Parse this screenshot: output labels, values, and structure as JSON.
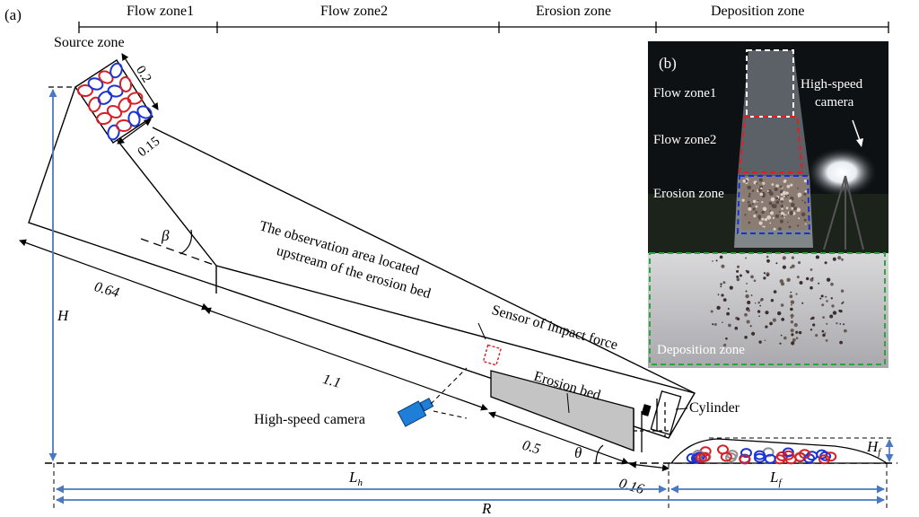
{
  "panel_a": {
    "panel_label": "(a)",
    "zones": {
      "source": "Source zone",
      "flow1": "Flow zone1",
      "flow2": "Flow zone2",
      "erosion": "Erosion zone",
      "deposition": "Deposition zone"
    },
    "dims": {
      "d_02": "0.2",
      "d_015": "0.15",
      "d_064": "0.64",
      "d_11": "1.1",
      "d_05": "0.5",
      "d_016": "0.16"
    },
    "symbols": {
      "beta": "β",
      "theta": "θ",
      "H": "H",
      "Lh": "L",
      "Lh_sub": "h",
      "Lf": "L",
      "Lf_sub": "f",
      "Hf": "H",
      "Hf_sub": "f",
      "R": "R"
    },
    "labels": {
      "obs_line1": "The observation area located",
      "obs_line2": "upstream of the erosion bed",
      "sensor_line1": "Sensor of impact force",
      "erosion_bed": "Erosion bed",
      "camera": "High-speed camera",
      "cylinder": "Cylinder"
    }
  },
  "panel_b": {
    "panel_label": "(b)",
    "flow1": "Flow zone1",
    "flow2": "Flow zone2",
    "erosion": "Erosion zone",
    "deposition": "Deposition zone",
    "camera_line1": "High-speed",
    "camera_line2": "camera"
  },
  "colors": {
    "dimension_blue": "#4a78c2",
    "sensor_red": "#d81f26",
    "erosion_bed_gray": "#c4c4c4",
    "camera_blue": "#1f7fd8",
    "frame_white": "#ffffff",
    "frame_red": "#e02020",
    "frame_blue": "#1a2fd6",
    "frame_green": "#29a640"
  }
}
